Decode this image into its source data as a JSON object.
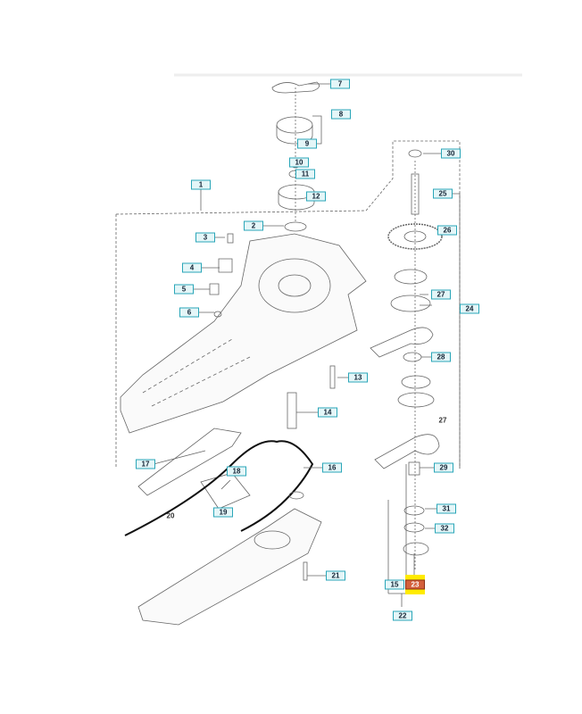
{
  "diagram": {
    "labels": [
      "7",
      "8",
      "9",
      "10",
      "11",
      "12",
      "1",
      "2",
      "3",
      "4",
      "5",
      "6",
      "13",
      "14",
      "16",
      "17",
      "18",
      "19",
      "20",
      "21",
      "30",
      "25",
      "26",
      "27",
      "24",
      "28",
      "27",
      "29",
      "31",
      "32",
      "15",
      "23",
      "22"
    ],
    "highlighted_part": "23",
    "colors": {
      "label_border": "#2aa6b8",
      "label_fill": "#e4f6f8",
      "highlight": "#ffeb00",
      "line": "#555555"
    }
  }
}
